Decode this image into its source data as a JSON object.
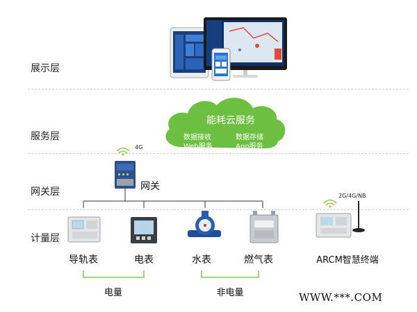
{
  "layers": [
    {
      "label": "展示层"
    },
    {
      "label": "服务层"
    },
    {
      "label": "网关层"
    },
    {
      "label": "计量层"
    }
  ],
  "cloud": {
    "title": "能耗云服务",
    "items": [
      "数据接收",
      "数据存储",
      "Web服务",
      "App服务"
    ],
    "color": "#6cbf3f"
  },
  "gateway": {
    "label": "网关",
    "signal": "4G"
  },
  "devices": [
    {
      "label": "导轨表"
    },
    {
      "label": "电表"
    },
    {
      "label": "水表"
    },
    {
      "label": "燃气表"
    }
  ],
  "terminal": {
    "label": "ARCM智慧终端",
    "signal": "2G/4G/NB"
  },
  "groups": [
    {
      "label": "电量",
      "color": "#7ec84d"
    },
    {
      "label": "非电量",
      "color": "#7ec84d"
    }
  ],
  "watermark": "WWW.***.COM"
}
